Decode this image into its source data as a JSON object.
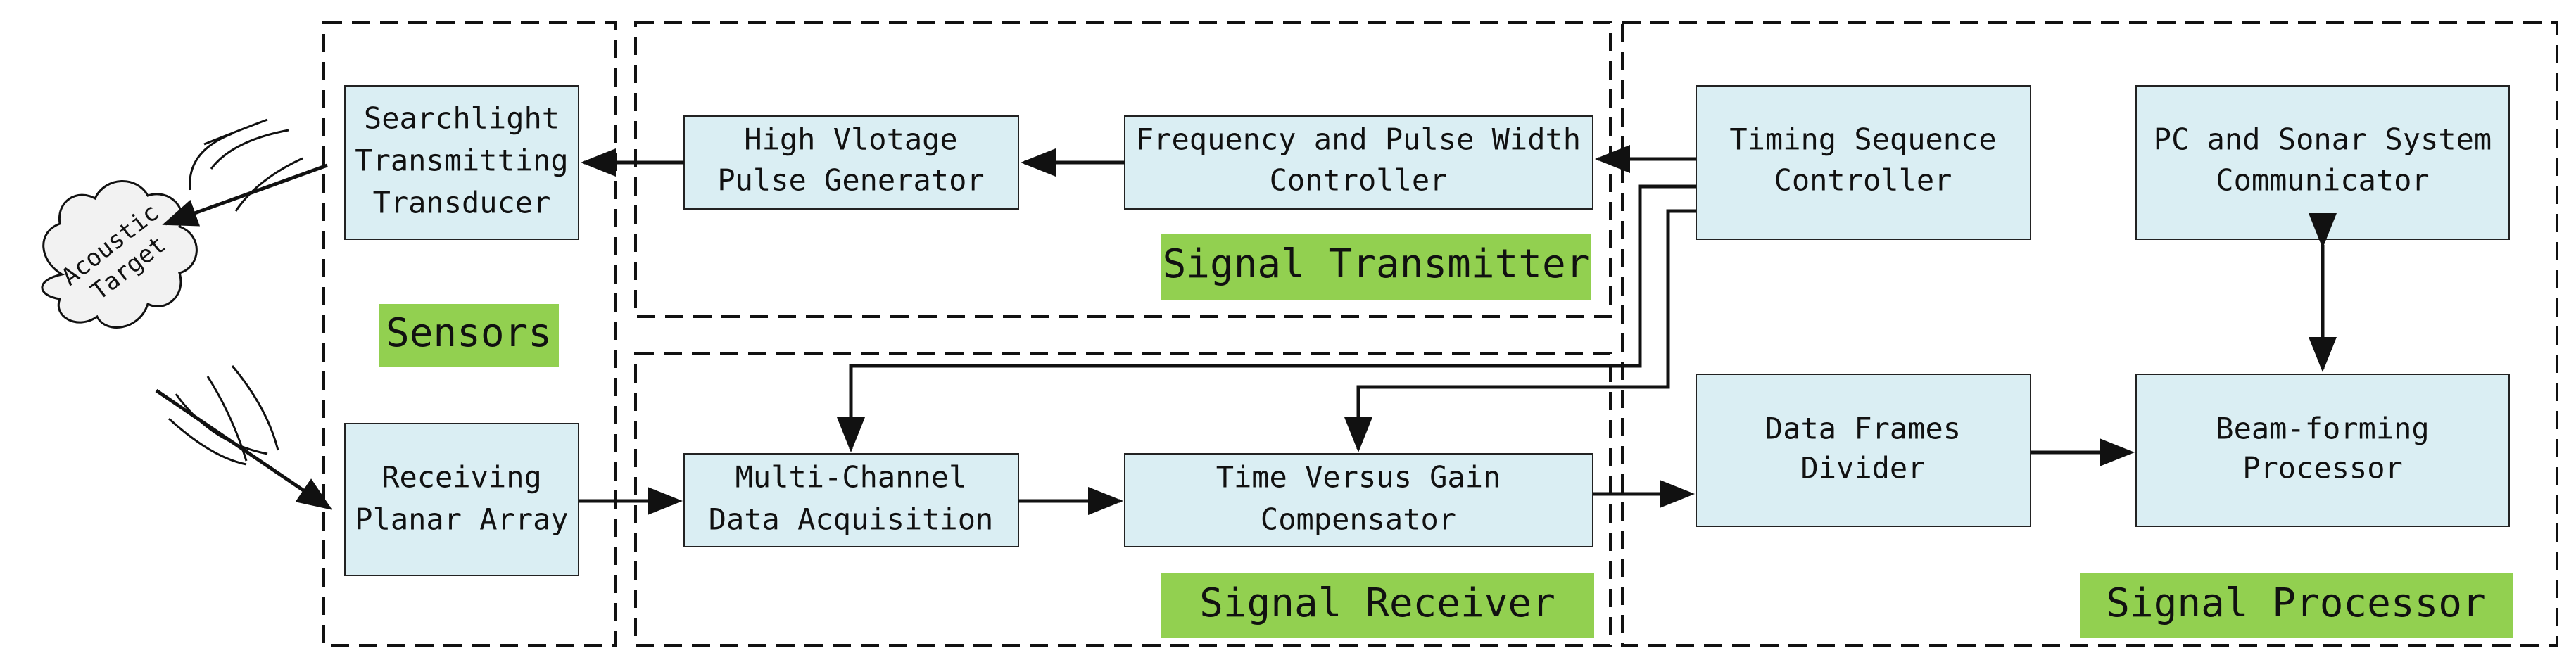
{
  "groups": {
    "sensors": "Sensors",
    "transmitter": "Signal Transmitter",
    "receiver": "Signal Receiver",
    "processor": "Signal Processor"
  },
  "blocks": {
    "searchlight": [
      "Searchlight",
      "Transmitting",
      "Transducer"
    ],
    "receiving": [
      "Receiving",
      "Planar Array"
    ],
    "hv_pulse": [
      "High Vlotage",
      "Pulse Generator"
    ],
    "freq_pulse": [
      "Frequency and Pulse Width",
      "Controller"
    ],
    "multichannel": [
      "Multi-Channel",
      "Data Acquisition"
    ],
    "tvg": [
      "Time Versus Gain",
      "Compensator"
    ],
    "timing": [
      "Timing Sequence",
      "Controller"
    ],
    "pc_sonar": [
      "PC and Sonar System",
      "Communicator"
    ],
    "data_frames": [
      "Data Frames",
      "Divider"
    ],
    "beamforming": [
      "Beam-forming",
      "Processor"
    ]
  },
  "target": [
    "Acoustic",
    "Target"
  ]
}
